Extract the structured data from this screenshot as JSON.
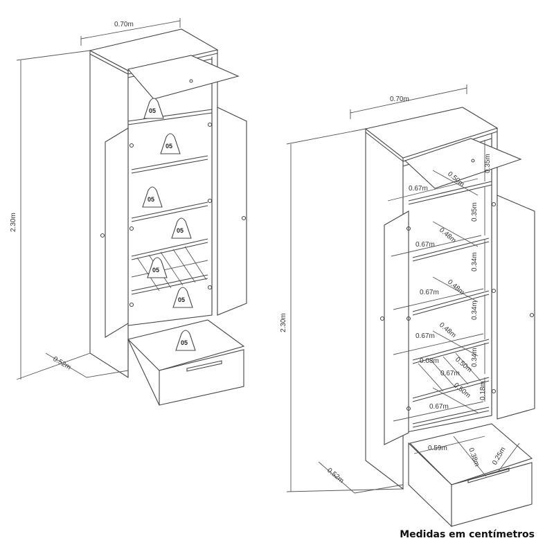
{
  "left": {
    "width": "0.70m",
    "height": "2.30m",
    "depth": "0.52m",
    "weight_label": "05"
  },
  "right": {
    "width": "0.70m",
    "height": "2.30m",
    "depth": "0.52m",
    "top_compartment_height": "0.35m",
    "top_compartment_depth": "0.50m",
    "upper_compartment_height": "0.35m",
    "compartment_height_3": "0.34m",
    "compartment_height_4": "0.34m",
    "compartment_height_5": "0.34m",
    "shelf_width": "0.67m",
    "shelf_depth": "0.48m",
    "wine_rack_depth": "0.08m",
    "wine_rack_width": "0.67m",
    "wine_rack_depth_2": "0.50m",
    "wine_rack_height": "0.18m",
    "drawer_width": "0.59m",
    "drawer_depth": "0.38m",
    "drawer_height": "0.25m"
  },
  "footer": "Medidas em centímetros"
}
